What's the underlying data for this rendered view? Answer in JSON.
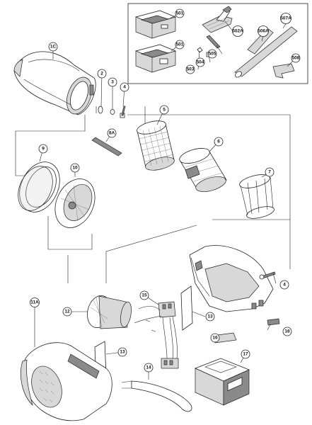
{
  "labels": {
    "p501a": "501",
    "p501b": "501",
    "p502a": "502A",
    "p503": "503",
    "p504": "504",
    "p505": "505",
    "p506a": "506A",
    "p507a": "507A",
    "p508": "508",
    "p1c": "1C",
    "p2": "2",
    "p3": "3",
    "p4a": "4",
    "p4b": "4",
    "p5": "5",
    "p6": "6",
    "p7": "7",
    "p8a": "8A",
    "p9": "9",
    "p10": "10",
    "p11a": "11A",
    "p12": "12",
    "p13a": "13",
    "p13b": "13",
    "p14": "14",
    "p15": "15",
    "p16": "16",
    "p17": "17",
    "p18": "18"
  }
}
